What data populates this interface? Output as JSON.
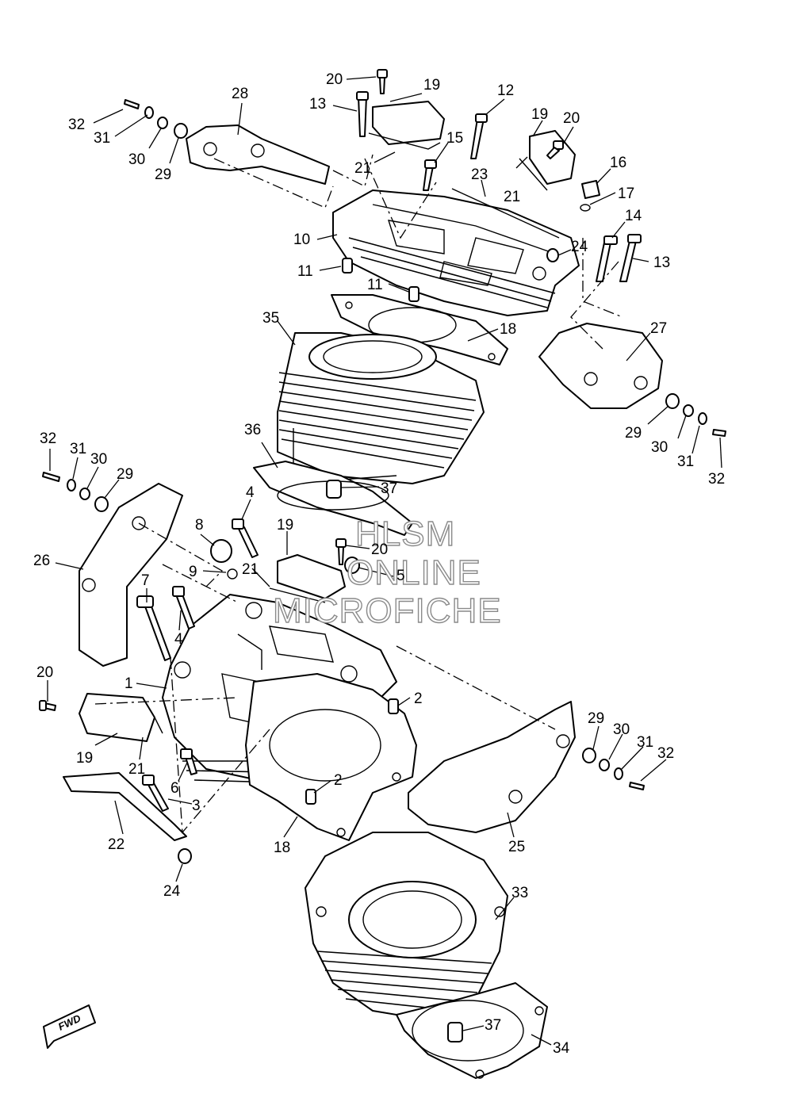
{
  "watermark": {
    "line1": "HLSM",
    "line2": "ONLINE",
    "line3": "MICROFICHE"
  },
  "fwd_label": "FWD",
  "callouts": [
    {
      "id": "c32a",
      "text": "32"
    },
    {
      "id": "c31a",
      "text": "31"
    },
    {
      "id": "c30a",
      "text": "30"
    },
    {
      "id": "c29a",
      "text": "29"
    },
    {
      "id": "c28",
      "text": "28"
    },
    {
      "id": "c20a",
      "text": "20"
    },
    {
      "id": "c19a",
      "text": "19"
    },
    {
      "id": "c13a",
      "text": "13"
    },
    {
      "id": "c12",
      "text": "12"
    },
    {
      "id": "c19b",
      "text": "19"
    },
    {
      "id": "c20b",
      "text": "20"
    },
    {
      "id": "c15",
      "text": "15"
    },
    {
      "id": "c21a",
      "text": "21"
    },
    {
      "id": "c23",
      "text": "23"
    },
    {
      "id": "c16",
      "text": "16"
    },
    {
      "id": "c21b",
      "text": "21"
    },
    {
      "id": "c17",
      "text": "17"
    },
    {
      "id": "c14",
      "text": "14"
    },
    {
      "id": "c10",
      "text": "10"
    },
    {
      "id": "c24a",
      "text": "24"
    },
    {
      "id": "c13b",
      "text": "13"
    },
    {
      "id": "c11a",
      "text": "11"
    },
    {
      "id": "c11b",
      "text": "11"
    },
    {
      "id": "c35",
      "text": "35"
    },
    {
      "id": "c18a",
      "text": "18"
    },
    {
      "id": "c27",
      "text": "27"
    },
    {
      "id": "c29b",
      "text": "29"
    },
    {
      "id": "c30b",
      "text": "30"
    },
    {
      "id": "c31b",
      "text": "31"
    },
    {
      "id": "c32b",
      "text": "32"
    },
    {
      "id": "c36",
      "text": "36"
    },
    {
      "id": "c32c",
      "text": "32"
    },
    {
      "id": "c31c",
      "text": "31"
    },
    {
      "id": "c30c",
      "text": "30"
    },
    {
      "id": "c29c",
      "text": "29"
    },
    {
      "id": "c37a",
      "text": "37"
    },
    {
      "id": "c4a",
      "text": "4"
    },
    {
      "id": "c8",
      "text": "8"
    },
    {
      "id": "c19c",
      "text": "19"
    },
    {
      "id": "c20c",
      "text": "20"
    },
    {
      "id": "c26",
      "text": "26"
    },
    {
      "id": "c9",
      "text": "9"
    },
    {
      "id": "c21c",
      "text": "21"
    },
    {
      "id": "c5",
      "text": "5"
    },
    {
      "id": "c7",
      "text": "7"
    },
    {
      "id": "c4b",
      "text": "4"
    },
    {
      "id": "c1",
      "text": "1"
    },
    {
      "id": "c20d",
      "text": "20"
    },
    {
      "id": "c2a",
      "text": "2"
    },
    {
      "id": "c19d",
      "text": "19"
    },
    {
      "id": "c21d",
      "text": "21"
    },
    {
      "id": "c29d",
      "text": "29"
    },
    {
      "id": "c30d",
      "text": "30"
    },
    {
      "id": "c31d",
      "text": "31"
    },
    {
      "id": "c32d",
      "text": "32"
    },
    {
      "id": "c6",
      "text": "6"
    },
    {
      "id": "c2b",
      "text": "2"
    },
    {
      "id": "c3",
      "text": "3"
    },
    {
      "id": "c22",
      "text": "22"
    },
    {
      "id": "c18b",
      "text": "18"
    },
    {
      "id": "c25",
      "text": "25"
    },
    {
      "id": "c24b",
      "text": "24"
    },
    {
      "id": "c33",
      "text": "33"
    },
    {
      "id": "c37b",
      "text": "37"
    },
    {
      "id": "c34",
      "text": "34"
    }
  ]
}
